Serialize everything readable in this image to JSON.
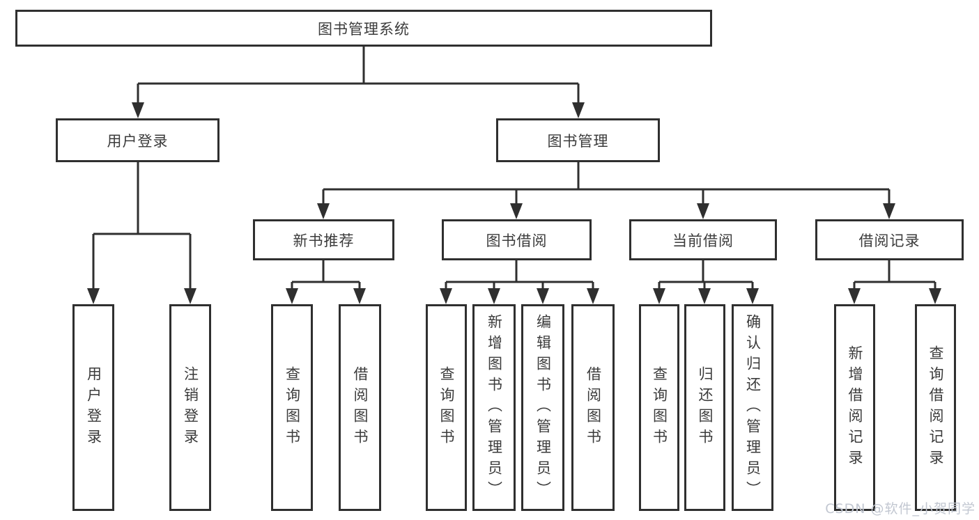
{
  "diagram": {
    "root": {
      "label": "图书管理系统"
    },
    "level2": [
      {
        "label": "用户登录"
      },
      {
        "label": "图书管理"
      }
    ],
    "level3": [
      {
        "label": "新书推荐"
      },
      {
        "label": "图书借阅"
      },
      {
        "label": "当前借阅"
      },
      {
        "label": "借阅记录"
      }
    ],
    "leaves": [
      {
        "label": "用户登录"
      },
      {
        "label": "注销登录"
      },
      {
        "label": "查询图书"
      },
      {
        "label": "借阅图书"
      },
      {
        "label": "查询图书"
      },
      {
        "label": "新增图书（管理员）"
      },
      {
        "label": "编辑图书（管理员）"
      },
      {
        "label": "借阅图书"
      },
      {
        "label": "查询图书"
      },
      {
        "label": "归还图书"
      },
      {
        "label": "确认归还（管理员）"
      },
      {
        "label": "新增借阅记录"
      },
      {
        "label": "查询借阅记录"
      }
    ],
    "watermark": "CSDN @软件_小贺同学",
    "colors": {
      "line": "#2f2f2f",
      "text": "#3b3b3b",
      "watermark": "#c2c7d1",
      "background": "#ffffff"
    }
  }
}
